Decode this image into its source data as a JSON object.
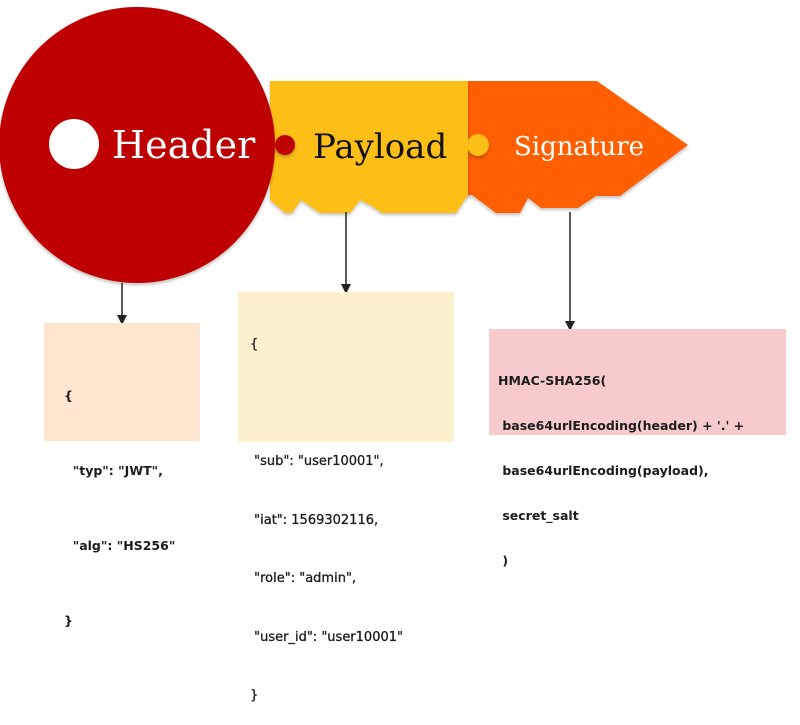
{
  "title": "JWT structure key diagram",
  "colors": {
    "header": "#bf0000",
    "payload": "#fdbe14",
    "signature": "#ff5f00",
    "header_box": "#fde5d0",
    "payload_box": "#fdf0cf",
    "signature_box": "#f7cbcb",
    "arrow": "#222222"
  },
  "parts": {
    "header": {
      "label": "Header"
    },
    "payload": {
      "label": "Payload"
    },
    "signature": {
      "label": "Signature"
    }
  },
  "boxes": {
    "header": {
      "lines": [
        "{",
        "  \"typ\": \"JWT\",",
        "  \"alg\": \"HS256\"",
        "}"
      ]
    },
    "payload": {
      "lines": [
        "{",
        "",
        " \"sub\": \"user10001\",",
        " \"iat\": 1569302116,",
        " \"role\": \"admin\",",
        " \"user_id\": \"user10001\"",
        "}"
      ]
    },
    "signature": {
      "lines": [
        "HMAC-SHA256(",
        " base64urlEncoding(header) + '.' +",
        " base64urlEncoding(payload),",
        " secret_salt",
        " )"
      ]
    }
  }
}
